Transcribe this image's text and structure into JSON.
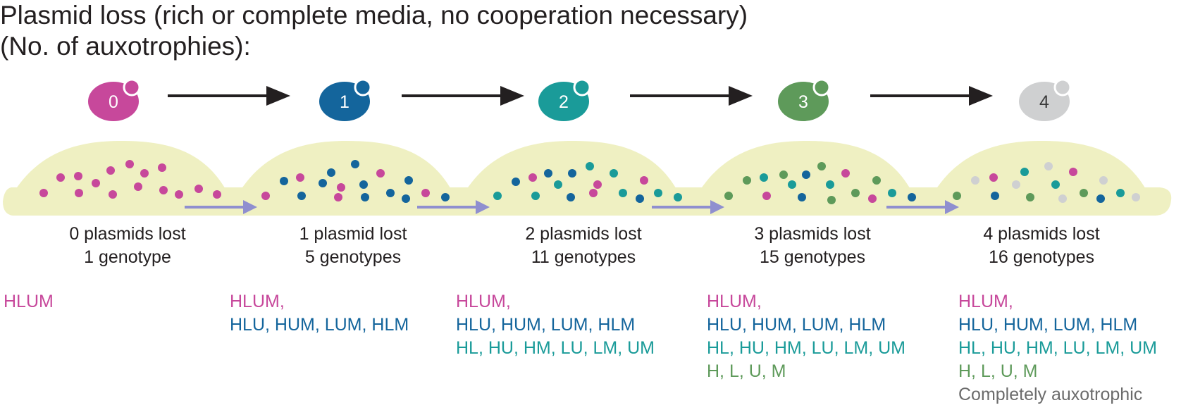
{
  "title": {
    "line1": "Plasmid loss (rich or complete media, no cooperation necessary)",
    "line2": "(No. of auxotrophies):"
  },
  "colors": {
    "zero": "#c7489b",
    "one": "#14659c",
    "two": "#1a9b99",
    "three": "#5e9a5a",
    "four": "#cfd0d1",
    "colony": "#eff0c2",
    "arrow": "#231f20",
    "transfer_arrow": "#8f8fcf"
  },
  "cells": [
    {
      "label": "0"
    },
    {
      "label": "1"
    },
    {
      "label": "2"
    },
    {
      "label": "3"
    },
    {
      "label": "4"
    }
  ],
  "stages": [
    {
      "line1": "0 plasmids lost",
      "line2": "1 genotype"
    },
    {
      "line1": "1 plasmid lost",
      "line2": "5 genotypes"
    },
    {
      "line1": "2 plasmids lost",
      "line2": "11 genotypes"
    },
    {
      "line1": "3 plasmids lost",
      "line2": "15 genotypes"
    },
    {
      "line1": "4 plasmids lost",
      "line2": "16 genotypes"
    }
  ],
  "genotypes": {
    "zero": "HLUM",
    "zero_list": "HLUM,",
    "one": "HLU, HUM, LUM, HLM",
    "two": "HL, HU, HM, LU, LM, UM",
    "three": "H, L, U, M",
    "four": "Completely auxotrophic"
  }
}
